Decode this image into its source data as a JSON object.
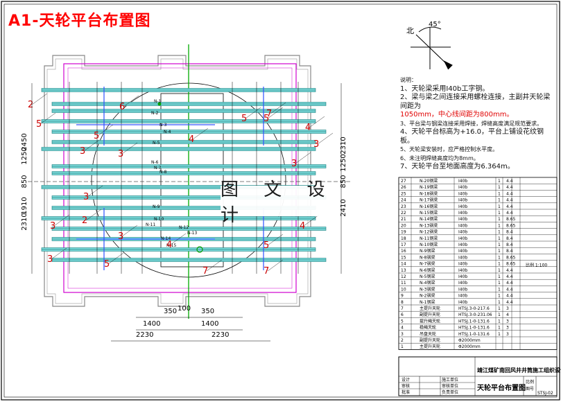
{
  "title": "A1-天轮平台布置图",
  "watermark": "图 文 设 计",
  "north_label": "北",
  "angle_label": "45°",
  "notes": {
    "heading": "说明：",
    "lines": [
      "1、天轮梁采用I40b工字钢。",
      "2、梁与梁之间连接采用螺栓连接，主副井天轮梁间距为",
      "1050mm，中心线间距为800mm。",
      "3、平台梁与钢梁连接采用焊接，焊缝高度满足规范要求。",
      "4、天轮平台标高为+16.0，平台上铺设花纹钢板。",
      "5、天轮梁安装时，应严格控制水平度。",
      "6、未注明焊缝高度均为8mm。",
      "7、天轮平台至地面高度为6.364m。"
    ]
  },
  "left_labels": [
    "2450",
    "1250",
    "850",
    "1910",
    "2310"
  ],
  "right_labels": [
    "2310",
    "1250",
    "850",
    "2410"
  ],
  "bottom_labels": [
    "350",
    "100",
    "350",
    "1400",
    "1400",
    "2230",
    "2230"
  ],
  "markers": [
    "2",
    "6",
    "5",
    "3",
    "3",
    "3",
    "2",
    "3",
    "4",
    "5",
    "3",
    "3",
    "7",
    "5",
    "4",
    "3",
    "4",
    "5",
    "4",
    "5",
    "7",
    "3",
    "5",
    "7"
  ],
  "beam_labels": [
    "N-1",
    "N-2",
    "N-3",
    "N-4",
    "N-5",
    "N-6",
    "N-7",
    "N-8",
    "N-9",
    "N-10",
    "N-11",
    "N-12",
    "N-13",
    "N-14",
    "N-15"
  ],
  "bom": {
    "rows": [
      {
        "no": "27",
        "name": "N-20钢梁",
        "spec": "I40b",
        "qty": "1",
        "wt": "4.4"
      },
      {
        "no": "26",
        "name": "N-19钢梁",
        "spec": "I40b",
        "qty": "1",
        "wt": "4.4"
      },
      {
        "no": "25",
        "name": "N-18钢梁",
        "spec": "I40b",
        "qty": "1",
        "wt": "4.4"
      },
      {
        "no": "24",
        "name": "N-17钢梁",
        "spec": "I40b",
        "qty": "1",
        "wt": "4.4"
      },
      {
        "no": "23",
        "name": "N-16钢梁",
        "spec": "I40b",
        "qty": "1",
        "wt": "4.4"
      },
      {
        "no": "22",
        "name": "N-15钢梁",
        "spec": "I40b",
        "qty": "1",
        "wt": "4.4"
      },
      {
        "no": "21",
        "name": "N-14钢梁",
        "spec": "I40b",
        "qty": "1",
        "wt": "8.65"
      },
      {
        "no": "20",
        "name": "N-13钢梁",
        "spec": "I40b",
        "qty": "1",
        "wt": "8.65"
      },
      {
        "no": "19",
        "name": "N-12钢梁",
        "spec": "I40b",
        "qty": "1",
        "wt": "8.4"
      },
      {
        "no": "18",
        "name": "N-11钢梁",
        "spec": "I40b",
        "qty": "1",
        "wt": "8.4"
      },
      {
        "no": "17",
        "name": "N-10钢梁",
        "spec": "I40b",
        "qty": "1",
        "wt": "8.4"
      },
      {
        "no": "16",
        "name": "N-9钢梁",
        "spec": "I40b",
        "qty": "1",
        "wt": "8.4"
      },
      {
        "no": "15",
        "name": "N-8钢梁",
        "spec": "I40b",
        "qty": "1",
        "wt": "8.65"
      },
      {
        "no": "14",
        "name": "N-7钢梁",
        "spec": "I40b",
        "qty": "1",
        "wt": "8.65"
      },
      {
        "no": "13",
        "name": "N-6钢梁",
        "spec": "I40b",
        "qty": "1",
        "wt": "4.4"
      },
      {
        "no": "12",
        "name": "N-5钢梁",
        "spec": "I40b",
        "qty": "1",
        "wt": "4.4"
      },
      {
        "no": "11",
        "name": "N-4钢梁",
        "spec": "I40b",
        "qty": "1",
        "wt": "4.4"
      },
      {
        "no": "10",
        "name": "N-3钢梁",
        "spec": "I40b",
        "qty": "1",
        "wt": "4.4"
      },
      {
        "no": "9",
        "name": "N-2钢梁",
        "spec": "I40b",
        "qty": "1",
        "wt": "4.4"
      },
      {
        "no": "8",
        "name": "N-1钢梁",
        "spec": "I40b",
        "qty": "1",
        "wt": "4.4"
      },
      {
        "no": "7",
        "name": "主提升天轮",
        "spec": "HTSJ.3-0-217.6",
        "qty": "1",
        "wt": "3"
      },
      {
        "no": "6",
        "name": "副提升天轮",
        "spec": "HTSJ.3-0-231.06",
        "qty": "1",
        "wt": "4"
      },
      {
        "no": "5",
        "name": "提升绳天轮",
        "spec": "HTSJ.1-0-131.6",
        "qty": "1",
        "wt": "3"
      },
      {
        "no": "4",
        "name": "稳绳天轮",
        "spec": "HTSJ.1-0-131.6",
        "qty": "1",
        "wt": "3"
      },
      {
        "no": "3",
        "name": "吊盘天轮",
        "spec": "HTSJ.1-0-131.6",
        "qty": "1",
        "wt": "3"
      },
      {
        "no": "2",
        "name": "副提升天轮",
        "spec": "Φ2000mm",
        "qty": "",
        "wt": ""
      },
      {
        "no": "1",
        "name": "主提升天轮",
        "spec": "Φ2000mm",
        "qty": "",
        "wt": ""
      }
    ],
    "side_note": "比例 1:100"
  },
  "titleblock": {
    "company": "靖江煤矿南回风井井筒施工组织设计",
    "drawing_name": "天轮平台布置图",
    "drawing_no": "STSJ-02",
    "roles": [
      "设计",
      "审核",
      "批准"
    ],
    "roles2": [
      "施工单位",
      "审核单位",
      "负责单位"
    ],
    "scale_label": "比例",
    "sheet_label": "图号"
  }
}
